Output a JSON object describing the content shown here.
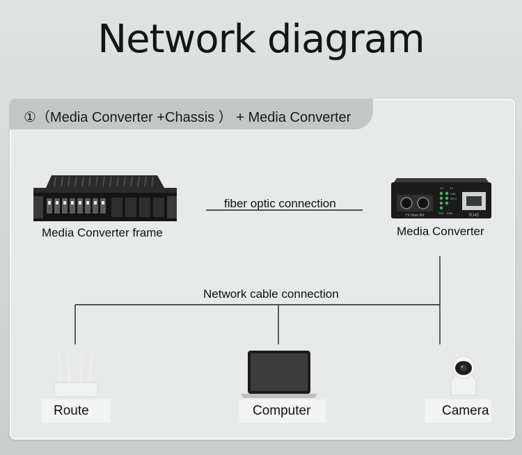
{
  "title": "Network diagram",
  "banner": "①（Media Converter  +Chassis ） + Media Converter",
  "links": {
    "fiber": "fiber optic connection",
    "cable": "Network cable connection"
  },
  "devices": {
    "frame": "Media Converter  frame",
    "converter": "Media Converter",
    "route": "Route",
    "computer": "Computer",
    "camera": "Camera"
  },
  "converter_labels": {
    "port_label": "TX  Fiber  RX",
    "rj45": "RJ45",
    "tx": "TX",
    "fx": "FX",
    "led_row1": "LINK",
    "led_row2": "DPLX",
    "led_row3": "FDX",
    "led_row4": "PWR"
  }
}
